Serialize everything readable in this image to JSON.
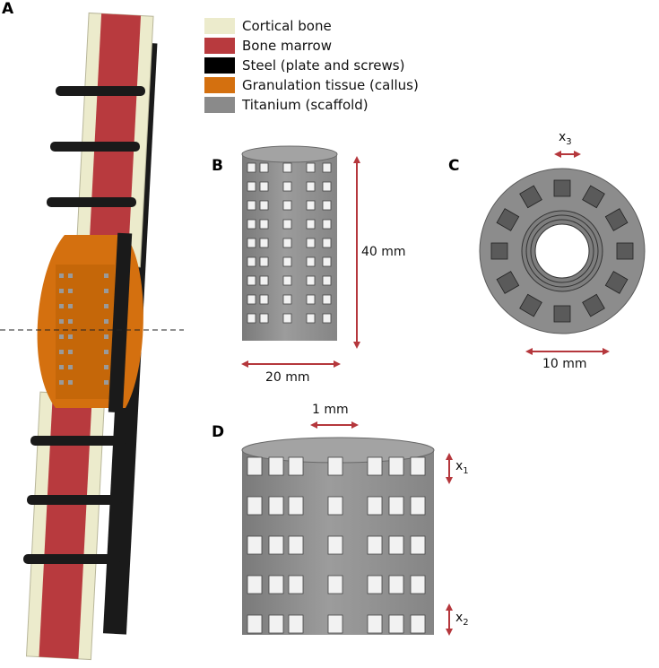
{
  "panels": {
    "a": "A",
    "b": "B",
    "c": "C",
    "d": "D"
  },
  "legend": [
    {
      "label": "Cortical bone",
      "color": "#ecebcc"
    },
    {
      "label": "Bone marrow",
      "color": "#b83a3e"
    },
    {
      "label": "Steel (plate and screws)",
      "color": "#000000"
    },
    {
      "label": "Granulation tissue (callus)",
      "color": "#d4700f"
    },
    {
      "label": "Titanium (scaffold)",
      "color": "#8a8a8a"
    }
  ],
  "dimensions": {
    "b_height": "40 mm",
    "b_width": "20 mm",
    "c_width": "10 mm",
    "c_x3": "x",
    "c_x3_sub": "3",
    "d_width": "1 mm",
    "d_x1": "x",
    "d_x1_sub": "1",
    "d_x2": "x",
    "d_x2_sub": "2"
  },
  "colors": {
    "arrow": "#b5373c",
    "titanium": "#8a8a8a",
    "titanium_light": "#a3a3a3",
    "steel": "#1a1a1a",
    "callus": "#d4700f",
    "marrow": "#b83a3e",
    "cortical": "#ecebcc"
  }
}
